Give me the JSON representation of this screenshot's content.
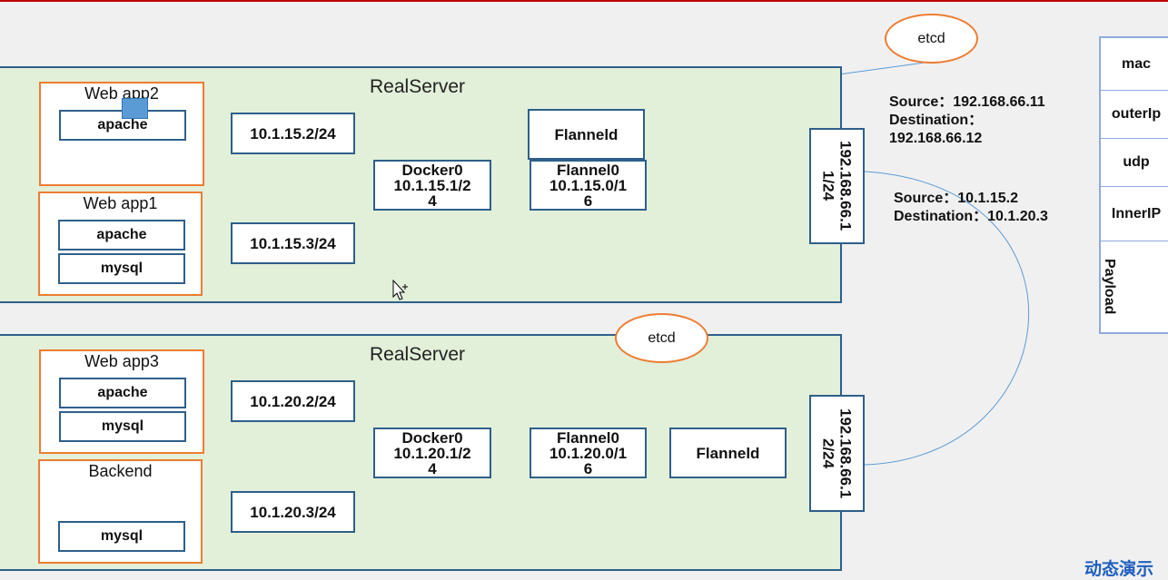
{
  "servers": [
    {
      "title": "RealServer"
    },
    {
      "title": "RealServer"
    }
  ],
  "server1": {
    "app_top": {
      "title": "Web app2",
      "items": [
        "apache"
      ]
    },
    "app_bottom": {
      "title": "Web app1",
      "items": [
        "apache",
        "mysql"
      ]
    },
    "ip_top": "10.1.15.2/24",
    "ip_bottom": "10.1.15.3/24",
    "docker0": "Docker0\n10.1.15.1/2\n4",
    "flannel0": "Flannel0\n10.1.15.0/1\n6",
    "flanneld": "Flanneld",
    "eth": "192.168.66.1\n1/24",
    "etcd": "etcd"
  },
  "server2": {
    "app_top": {
      "title": "Web app3",
      "items": [
        "apache",
        "mysql"
      ]
    },
    "app_bottom": {
      "title": "Backend",
      "items": [
        "mysql"
      ]
    },
    "ip_top": "10.1.20.2/24",
    "ip_bottom": "10.1.20.3/24",
    "docker0": "Docker0\n10.1.20.1/2\n4",
    "flannel0": "Flannel0\n10.1.20.0/1\n6",
    "flanneld": "Flanneld",
    "eth": "192.168.66.1\n2/24",
    "etcd": "etcd"
  },
  "outer_info": {
    "line1": "Source：192.168.66.11",
    "line2": "Destination：",
    "line3": "192.168.66.12"
  },
  "inner_info": {
    "line1": "Source：10.1.15.2",
    "line2": "Destination：10.1.20.3"
  },
  "packet": [
    "mac",
    "outerIp",
    "udp",
    "InnerIP",
    "Payload"
  ],
  "demo_label": "动态演示",
  "colors": {
    "server_bg": "#e2efd9",
    "server_border": "#2e5f8a",
    "app_border": "#ed7d31",
    "line": "#5b9bd5"
  }
}
